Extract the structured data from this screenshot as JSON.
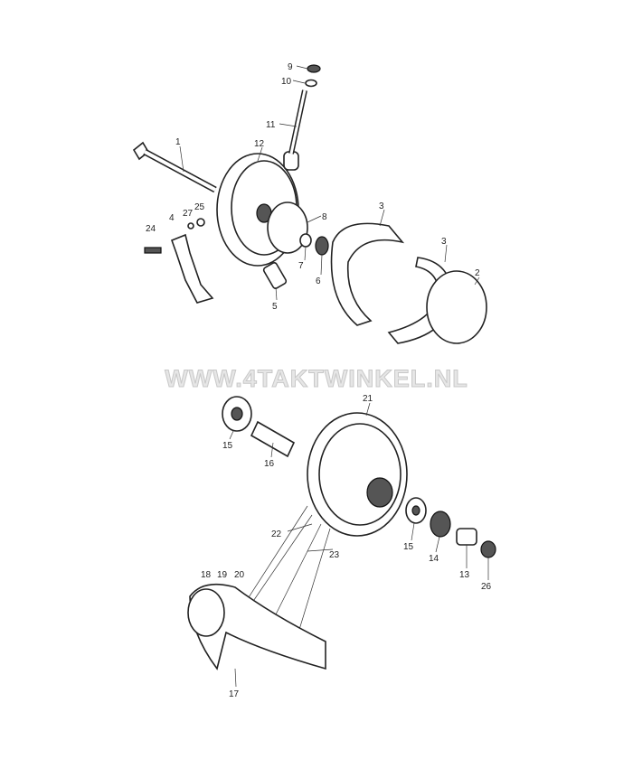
{
  "watermark": "WWW.4TAKTWINKEL.NL",
  "callouts": [
    {
      "id": "c9",
      "text": "9"
    },
    {
      "id": "c10",
      "text": "10"
    },
    {
      "id": "c11",
      "text": "11"
    },
    {
      "id": "c12",
      "text": "12"
    },
    {
      "id": "c1",
      "text": "1"
    },
    {
      "id": "c3a",
      "text": "3"
    },
    {
      "id": "c3b",
      "text": "3"
    },
    {
      "id": "c8",
      "text": "8"
    },
    {
      "id": "c25",
      "text": "25"
    },
    {
      "id": "c27",
      "text": "27"
    },
    {
      "id": "c4",
      "text": "4"
    },
    {
      "id": "c24",
      "text": "24"
    },
    {
      "id": "c7",
      "text": "7"
    },
    {
      "id": "c6",
      "text": "6"
    },
    {
      "id": "c5",
      "text": "5"
    },
    {
      "id": "c2",
      "text": "2"
    },
    {
      "id": "c21",
      "text": "21"
    },
    {
      "id": "c15a",
      "text": "15"
    },
    {
      "id": "c16",
      "text": "16"
    },
    {
      "id": "c22",
      "text": "22"
    },
    {
      "id": "c23",
      "text": "23"
    },
    {
      "id": "c15b",
      "text": "15"
    },
    {
      "id": "c14",
      "text": "14"
    },
    {
      "id": "c13",
      "text": "13"
    },
    {
      "id": "c26",
      "text": "26"
    },
    {
      "id": "c18",
      "text": "18"
    },
    {
      "id": "c19",
      "text": "19"
    },
    {
      "id": "c20",
      "text": "20"
    },
    {
      "id": "c17",
      "text": "17"
    }
  ]
}
